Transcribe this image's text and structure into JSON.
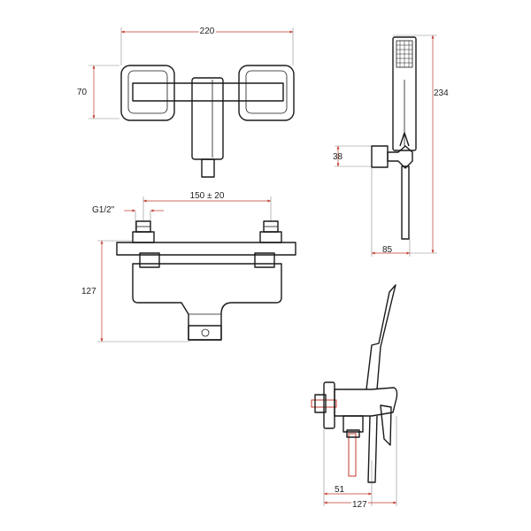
{
  "colors": {
    "ink": "#1a1a1a",
    "dimension": "#c0392b",
    "extension": "#888888"
  },
  "top_view": {
    "width_label": "220",
    "height_label": "70"
  },
  "front_view": {
    "thread_label": "G1/2\"",
    "centers_label": "150 ± 20",
    "height_label": "127"
  },
  "handshower": {
    "length_label": "234",
    "offset_label": "38",
    "depth_label": "85"
  },
  "side_view": {
    "wall_label": "51",
    "total_label": "127"
  }
}
